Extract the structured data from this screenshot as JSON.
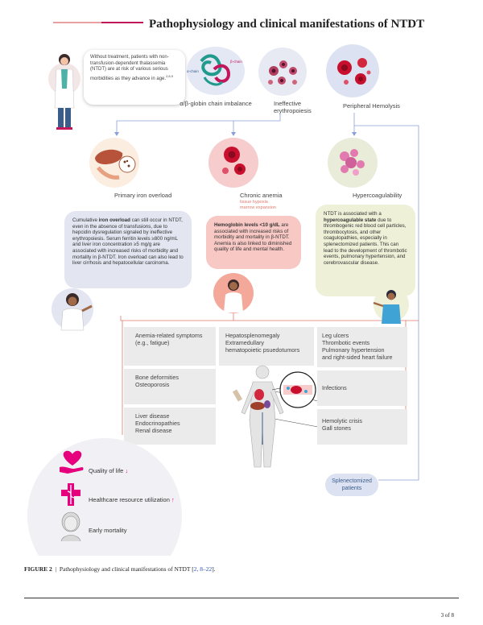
{
  "title": "Pathophysiology and clinical manifestations of NTDT",
  "intro": "Without treatment, patients with non-transfusion-dependent thalassemia (NTDT) are at risk of various serious morbidities as they advance in age.",
  "intro_refs": "2,8,9",
  "mechanisms": {
    "globin_label": "α/β-globin chain imbalance",
    "globin_alpha_tag": "α-chain",
    "globin_beta_tag": "β-chain",
    "erythro_label": "Ineffective erythropoiesis",
    "hemolysis_label": "Peripheral Hemolysis"
  },
  "consequences": {
    "iron_label": "Primary iron overload",
    "anemia_label": "Chronic anemia",
    "anemia_sub1": "tissue hypoxia",
    "anemia_sub2": "marrow expansion",
    "hyper_label": "Hypercoagulability"
  },
  "cards": {
    "iron": {
      "pre": "Cumulative ",
      "bold": "iron overload",
      "post": " can still occur in NTDT, even in the absence of transfusions, due to hepcidin dysregulation signaled by ineffective erythropoiesis. Serum ferritin levels ≥800 ng/mL and liver iron concentration ≥5 mg/g are associated with increased risks of morbidity and mortality in β-NTDT. Iron overload can also lead to liver cirrhosis and hepatocellular carcinoma."
    },
    "anemia": {
      "bold": "Hemoglobin levels <10 g/dL",
      "post": " are associated with increased risks of morbidity and mortality in β-NTDT. Anemia is also linked to diminished quality of life and mental health."
    },
    "hyper": {
      "pre": "NTDT is associated with a ",
      "bold": "hypercoagulable state",
      "post": " due to thrombogenic red blood cell particles, thrombocytosis, and other coagulopathies, especially in splenectomized patients. This can lead to the development of thrombotic events, pulmonary hypertension, and cerebrovascular disease."
    }
  },
  "manifestations": {
    "anemia_symptoms": [
      "Anemia-related symptoms",
      "(e.g., fatigue)"
    ],
    "bone": [
      "Bone deformities",
      "Osteoporosis"
    ],
    "liver": [
      "Liver disease",
      "Endocrinopathies",
      "Renal disease"
    ],
    "hepato": [
      "Hepatosplenomegaly",
      "Extramedullary",
      "hematopoietic psuedotumors"
    ],
    "vascular": [
      "Leg ulcers",
      "Thrombotic events",
      "Pulmonary hypertension",
      "and right-sided heart failure"
    ],
    "infections": [
      "Infections"
    ],
    "hemolytic": [
      "Hemolytic crisis",
      "Gall stones"
    ]
  },
  "splenectomized": "Splenectomized patients",
  "legend": {
    "qol": "Quality of life",
    "hcru": "Healthcare resource utilization",
    "mortality": "Early mortality"
  },
  "caption": {
    "label": "FIGURE 2",
    "sep": "|",
    "text": "Pathophysiology and clinical manifestations of NTDT [",
    "refs": "2, 8–22",
    "end": "]."
  },
  "page": "3 of 8",
  "colors": {
    "blue_line": "#8aa0d8",
    "red_line": "#e07a6b",
    "accent": "#c2185b",
    "pink": "#e6007e"
  }
}
